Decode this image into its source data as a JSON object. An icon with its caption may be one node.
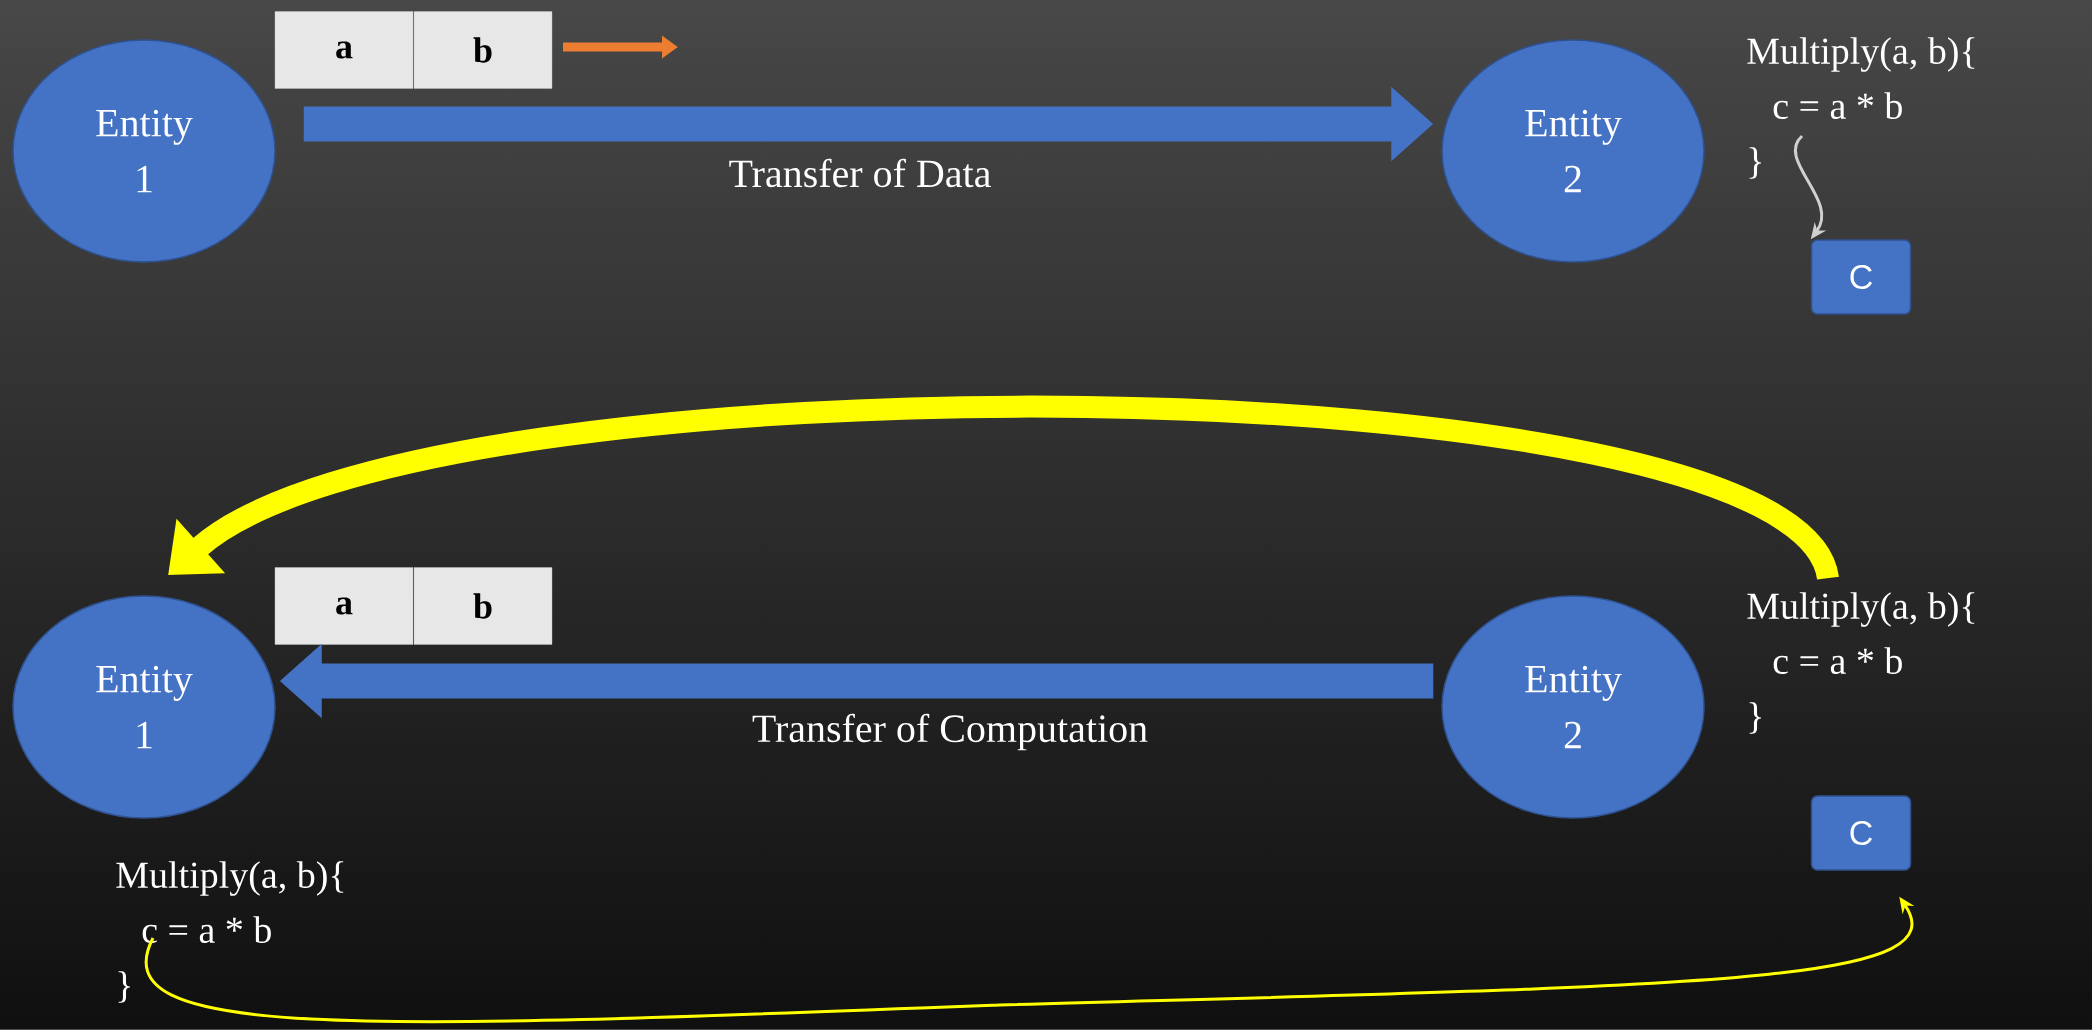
{
  "diagram": {
    "nodes": [
      {
        "text": [
          "Entity 1"
        ]
      },
      {
        "text": [
          "a"
        ]
      },
      {
        "text": [
          "b"
        ]
      },
      {
        "text": [
          "Entity 2"
        ]
      },
      {
        "text": [
          "Multiply(a, b){",
          "c = a * b",
          "}"
        ]
      },
      {
        "text": [
          "C"
        ]
      },
      {
        "text": [
          "Multiply(a, b){",
          "c = a * b",
          "}"
        ]
      },
      {
        "text": [
          "Entity 1"
        ]
      },
      {
        "text": [
          "a"
        ]
      },
      {
        "text": [
          "b"
        ]
      },
      {
        "text": [
          "Entity 2"
        ]
      },
      {
        "text": [
          "C"
        ]
      },
      {
        "text": [
          "Multiply(a, b){",
          "c = a * b",
          "}"
        ]
      }
    ],
    "edges": [
      {
        "from": 0,
        "to": 3,
        "arrow": "to",
        "label": "Transfer of Data"
      },
      {
        "from": 4,
        "to": 5,
        "arrow": "to",
        "color": "#d0d0d0"
      },
      {
        "from": 6,
        "to": 7,
        "arrow": "to",
        "color": "#ffff00"
      },
      {
        "from": 10,
        "to": 7,
        "arrow": "to",
        "label": "Transfer of Computation"
      },
      {
        "from": 12,
        "to": 11,
        "arrow": "to",
        "color": "#ffff00"
      }
    ]
  }
}
